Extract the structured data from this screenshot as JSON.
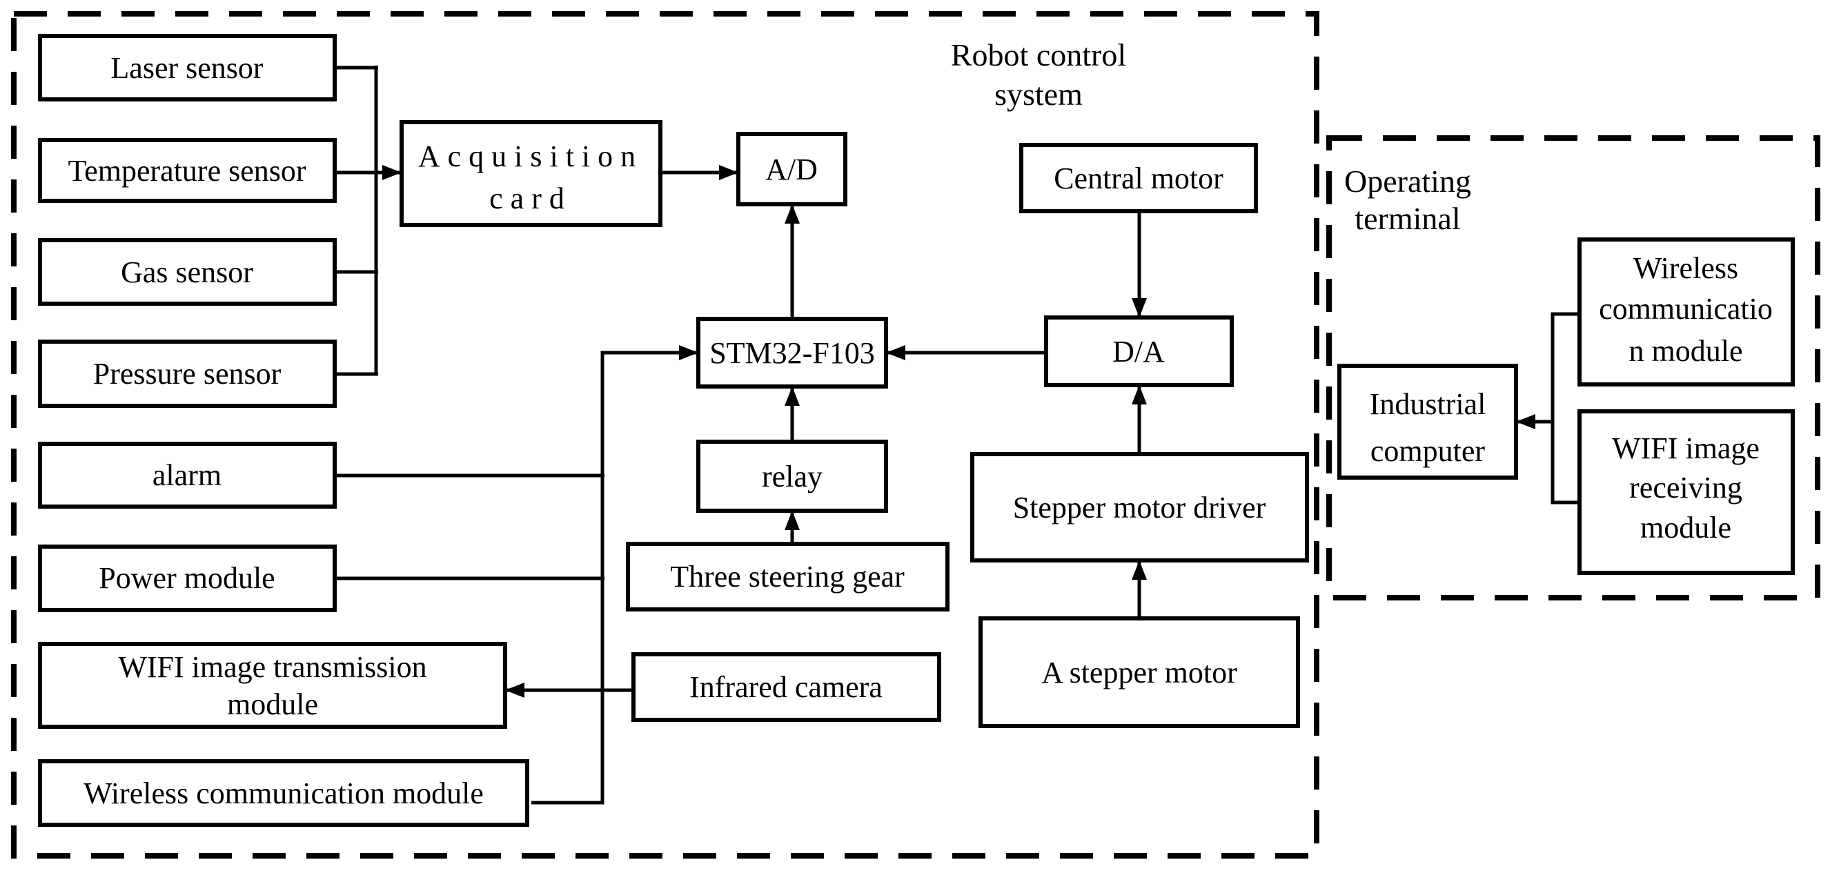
{
  "diagram": {
    "type": "block-diagram",
    "colors": {
      "background": "#ffffff",
      "stroke": "#000000",
      "text": "#000000"
    },
    "regions": {
      "robot_control_system": {
        "title_line1": "Robot control",
        "title_line2": "system"
      },
      "operating_terminal": {
        "title_line1": "Operating",
        "title_line2": "terminal"
      }
    },
    "nodes": {
      "laser_sensor": {
        "label": "Laser sensor"
      },
      "temperature_sensor": {
        "label": "Temperature sensor"
      },
      "gas_sensor": {
        "label": "Gas sensor"
      },
      "pressure_sensor": {
        "label": "Pressure sensor"
      },
      "alarm": {
        "label": "alarm"
      },
      "power_module": {
        "label": "Power module"
      },
      "wifi_image_transmission_module": {
        "line1": "WIFI image transmission",
        "line2": "module"
      },
      "wireless_communication_module": {
        "label": "Wireless communication module"
      },
      "acquisition_card": {
        "line1": "Acquisition",
        "line2": "card"
      },
      "ad_converter": {
        "label": "A/D"
      },
      "central_motor": {
        "label": "Central motor"
      },
      "stm32_f103": {
        "label": "STM32-F103"
      },
      "da_converter": {
        "label": "D/A"
      },
      "relay": {
        "label": "relay"
      },
      "three_steering_gear": {
        "label": "Three steering gear"
      },
      "stepper_motor_driver": {
        "label": "Stepper motor driver"
      },
      "a_stepper_motor": {
        "label": "A stepper motor"
      },
      "infrared_camera": {
        "label": "Infrared camera"
      },
      "industrial_computer": {
        "line1": "Industrial",
        "line2": "computer"
      },
      "wireless_communication_module_right": {
        "line1": "Wireless",
        "line2": "communicatio",
        "line3": "n module"
      },
      "wifi_image_receiving_module": {
        "line1": "WIFI image",
        "line2": "receiving",
        "line3": "module"
      }
    }
  }
}
